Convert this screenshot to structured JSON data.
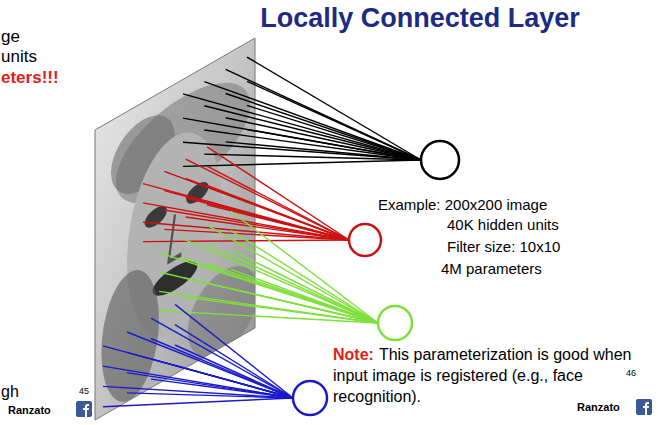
{
  "diagram": {
    "title": "Locally Connected Layer",
    "labels": [
      "ge",
      "units",
      "eters!!!",
      "Example: 200x200 image",
      "40K hidden units",
      "Filter size: 10x10",
      "4M parameters",
      "Note:",
      "This parameterization is good when input image is registered (e.g., face recognition).",
      "gh",
      "45",
      "Ranzato",
      "46",
      "Ranzato"
    ]
  }
}
